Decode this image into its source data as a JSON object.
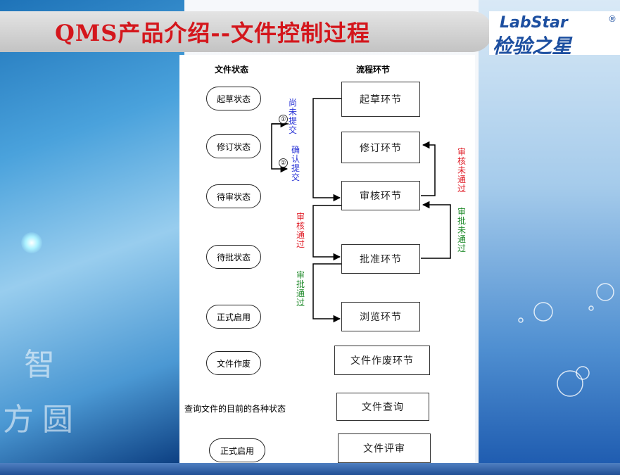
{
  "title": "QMS产品介绍--文件控制过程",
  "logo": {
    "latin": "LabStar",
    "cjk": "检验之星",
    "reg": "®"
  },
  "decoration": [
    "智",
    "方",
    "圆"
  ],
  "diagram": {
    "state_header": "文件状态",
    "step_header": "流程环节",
    "states": [
      "起草状态",
      "修订状态",
      "待审状态",
      "待批状态",
      "正式启用",
      "文件作废"
    ],
    "query_label": "查询文件的目前的各种状态",
    "last_state": "正式启用",
    "steps": [
      "起草环节",
      "修订环节",
      "审核环节",
      "批准环节",
      "浏览环节",
      "文件作废环节",
      "文件查询",
      "文件评审"
    ],
    "labels": {
      "not_submitted": "尚未提交",
      "confirm_submit": "确认提交",
      "num1": "①",
      "num2": "②",
      "review_failed": "审核未通过",
      "approve_failed": "审批未通过",
      "review_passed": "审核通过",
      "approve_passed": "审批通过"
    },
    "colors": {
      "blue": "#2b35d6",
      "red": "#e0202a",
      "green": "#1f8a2a"
    }
  }
}
